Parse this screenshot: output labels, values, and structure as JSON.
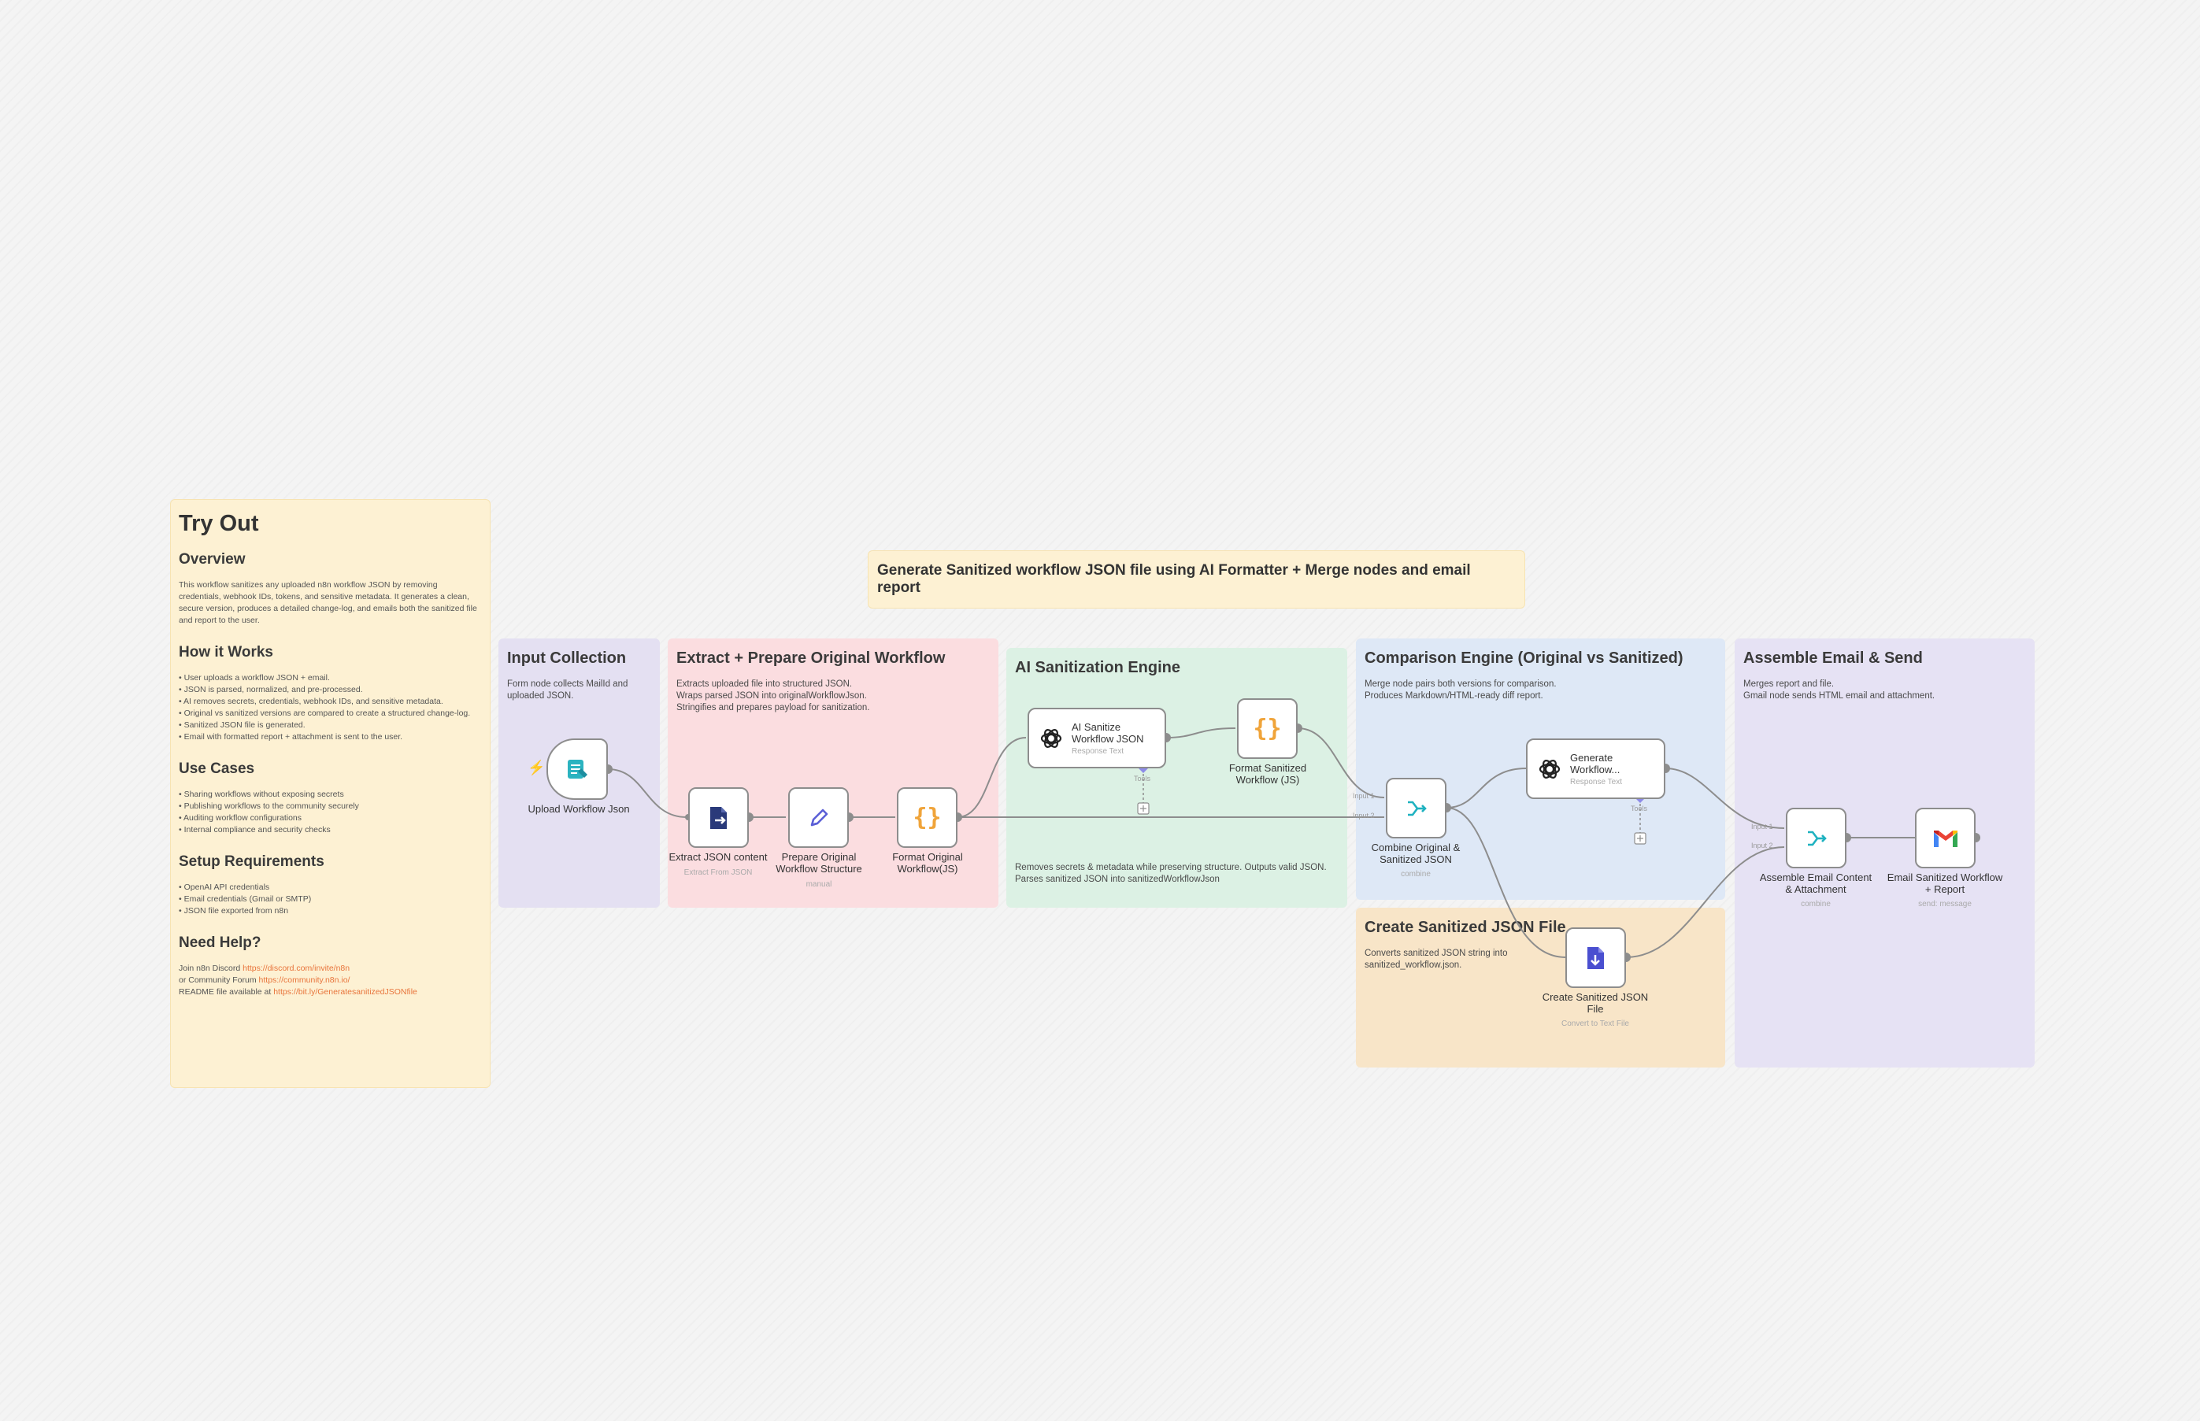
{
  "tryout": {
    "title": "Try Out",
    "overview": {
      "heading": "Overview",
      "text": "This workflow sanitizes any uploaded n8n workflow JSON by removing credentials, webhook IDs, tokens, and sensitive metadata. It generates a clean, secure version, produces a detailed change-log, and emails both the sanitized file and report to the user."
    },
    "how": {
      "heading": "How it Works",
      "items": [
        "User uploads a workflow JSON + email.",
        "JSON is parsed, normalized, and pre-processed.",
        "AI removes secrets, credentials, webhook IDs, and sensitive metadata.",
        "Original vs sanitized versions are compared to create a structured change-log.",
        "Sanitized JSON file is generated.",
        "Email with formatted report + attachment is sent to the user."
      ]
    },
    "usecases": {
      "heading": "Use Cases",
      "items": [
        "Sharing workflows without exposing secrets",
        "Publishing workflows to the community securely",
        "Auditing workflow configurations",
        "Internal compliance and security checks"
      ]
    },
    "setup": {
      "heading": "Setup Requirements",
      "items": [
        "OpenAI API credentials",
        "Email credentials (Gmail or SMTP)",
        "JSON file exported from n8n"
      ]
    },
    "help": {
      "heading": "Need Help?",
      "line1": "Join n8n Discord ",
      "link1": "https://discord.com/invite/n8n",
      "line2": "or Community Forum ",
      "link2": "https://community.n8n.io/",
      "line3": "README file available at ",
      "link3": "https://bit.ly/GeneratesanitizedJSONfile"
    }
  },
  "banner": "Generate Sanitized workflow JSON file using AI Formatter + Merge nodes and email report",
  "sections": {
    "input": {
      "title": "Input Collection",
      "desc": "Form node collects MailId and uploaded JSON."
    },
    "extract": {
      "title": "Extract + Prepare Original Workflow",
      "desc": "Extracts uploaded file into structured JSON.\nWraps parsed JSON into originalWorkflowJson.\nStringifies and prepares payload for sanitization."
    },
    "ai": {
      "title": "AI Sanitization Engine",
      "desc": "Removes secrets & metadata while preserving structure. Outputs valid JSON.\nParses sanitized JSON into sanitizedWorkflowJson"
    },
    "compare": {
      "title": "Comparison Engine (Original vs Sanitized)",
      "desc": "Merge node pairs both versions for comparison.\nProduces Markdown/HTML-ready diff report."
    },
    "assemble": {
      "title": "Assemble Email & Send",
      "desc": "Merges report and file.\nGmail node sends HTML email and attachment."
    },
    "create": {
      "title": "Create Sanitized JSON File",
      "desc": "Converts sanitized JSON string into\nsanitized_workflow.json."
    }
  },
  "nodes": {
    "upload": {
      "label": "Upload Workflow Json"
    },
    "extract": {
      "label": "Extract JSON content",
      "sub": "Extract From JSON"
    },
    "prepare": {
      "label": "Prepare Original\nWorkflow Structure",
      "sub": "manual"
    },
    "formatOriginal": {
      "label": "Format Original\nWorkflow(JS)"
    },
    "aiSanitize": {
      "label": "AI Sanitize\nWorkflow JSON",
      "sub": "Response Text",
      "tools": "Tools"
    },
    "formatSanitized": {
      "label": "Format Sanitized\nWorkflow (JS)"
    },
    "combine": {
      "label": "Combine Original &\nSanitized JSON",
      "sub": "combine",
      "in1": "Input 1",
      "in2": "Input 2"
    },
    "generate": {
      "label": "Generate\nWorkflow...",
      "sub": "Response Text",
      "tools": "Tools"
    },
    "createFile": {
      "label": "Create Sanitized JSON\nFile",
      "sub": "Convert to Text File"
    },
    "assemble": {
      "label": "Assemble Email Content\n& Attachment",
      "sub": "combine",
      "in1": "Input 1",
      "in2": "Input 2"
    },
    "gmail": {
      "label": "Email Sanitized Workflow\n+ Report",
      "sub": "send: message"
    }
  },
  "colors": {
    "input": "#e4e0f2",
    "extract": "#fbdde0",
    "ai": "#dcf1e4",
    "compare": "#dee8f6",
    "assemble": "#e6e2f4",
    "create": "#f8e5c8",
    "sticky": "#fdf1d3",
    "connector": "#8d8d8d"
  }
}
